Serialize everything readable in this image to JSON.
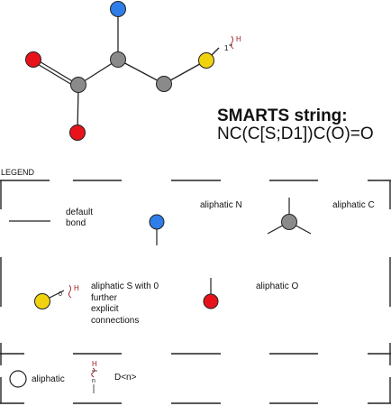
{
  "molecule": {
    "smarts_title": "SMARTS string:",
    "smarts_value": "NC(C[S;D1])C(O)=O",
    "s_marker_h": "H",
    "s_marker_d": "1"
  },
  "legend": {
    "title": "LEGEND",
    "default_bond_line1": "default",
    "default_bond_line2": "bond",
    "aliphatic_n": "aliphatic N",
    "aliphatic_c": "aliphatic C",
    "aliphatic_s_line1": "aliphatic S with 0",
    "aliphatic_s_line2": "further",
    "aliphatic_s_line3": "explicit",
    "aliphatic_s_line4": "connections",
    "aliphatic_s_marker_d": "0",
    "aliphatic_s_marker_h": "H",
    "aliphatic_o": "aliphatic O",
    "aliphatic": "aliphatic",
    "degree_h": "H",
    "degree_n": "n",
    "degree_label": "D<n>"
  },
  "colors": {
    "carbon": "#8a8a8a",
    "nitrogen": "#2f7de8",
    "oxygen": "#e8131a",
    "sulfur": "#f0d20f",
    "marker": "#a01818",
    "line": "#222222"
  }
}
